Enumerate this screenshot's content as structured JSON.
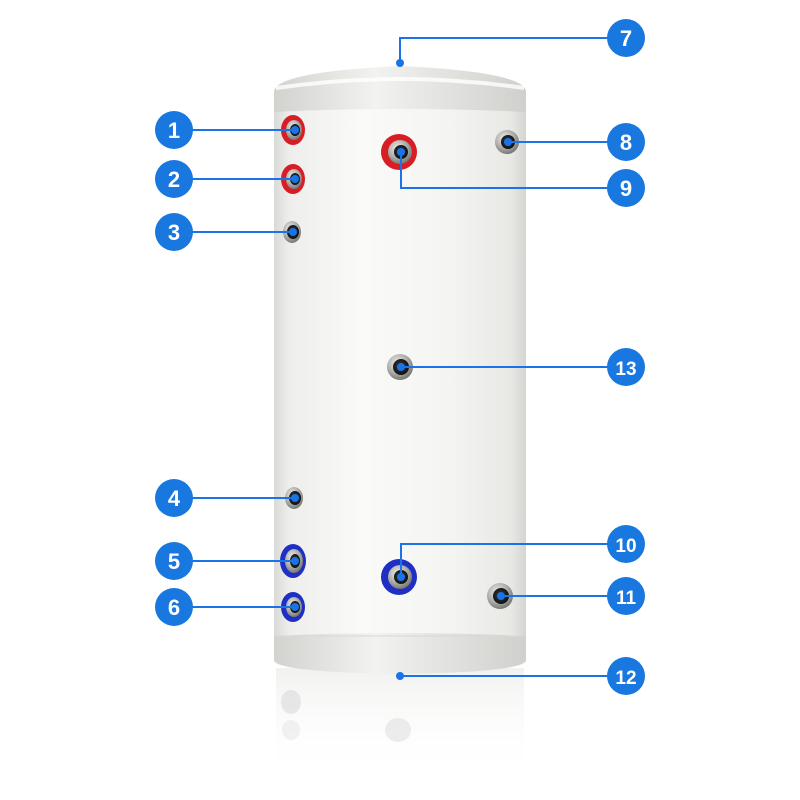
{
  "colors": {
    "accent": "#1a73e8",
    "badge": "#1977e0",
    "hot_ring": "#d81e25",
    "cold_ring": "#1f2fc4",
    "tank": "#f2f2f0"
  },
  "callouts": [
    {
      "label": "1",
      "ring": "red"
    },
    {
      "label": "2",
      "ring": "red"
    },
    {
      "label": "3",
      "ring": "plain"
    },
    {
      "label": "4",
      "ring": "plain"
    },
    {
      "label": "5",
      "ring": "blue"
    },
    {
      "label": "6",
      "ring": "blue"
    },
    {
      "label": "7",
      "ring": "none"
    },
    {
      "label": "8",
      "ring": "silver"
    },
    {
      "label": "9",
      "ring": "red"
    },
    {
      "label": "10",
      "ring": "blue"
    },
    {
      "label": "11",
      "ring": "silver"
    },
    {
      "label": "12",
      "ring": "none"
    },
    {
      "label": "13",
      "ring": "plain"
    }
  ]
}
